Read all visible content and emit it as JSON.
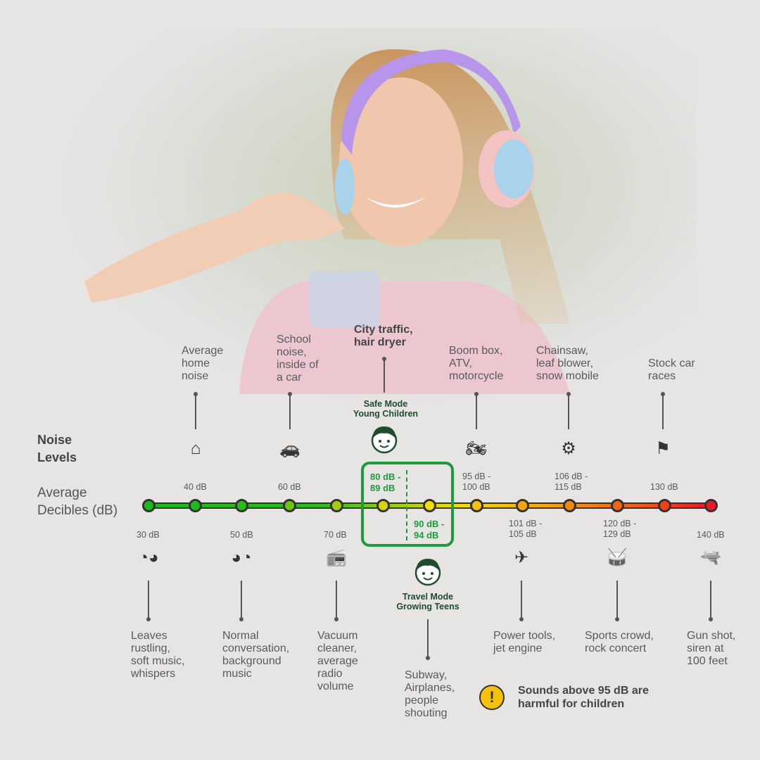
{
  "title": {
    "noise_levels": "Noise\nLevels",
    "average_decibels": "Average\nDecibles (dB)"
  },
  "above": [
    {
      "caption": "Average\nhome\nnoise",
      "icon": "house-icon",
      "db": "40 dB"
    },
    {
      "caption": "School\nnoise,\ninside of\na car",
      "icon": "car-icon",
      "db": "60 dB"
    },
    {
      "caption": "City traffic,\nhair dryer",
      "icon": "child-face-icon",
      "db": "80 dB -\n89 dB"
    },
    {
      "caption": "Boom box,\nATV,\nmotorcycle",
      "icon": "atv-icon",
      "db": "95 dB -\n100 dB"
    },
    {
      "caption": "Chainsaw,\nleaf blower,\nsnow mobile",
      "icon": "chainsaw-icon",
      "db": "106 dB -\n115 dB"
    },
    {
      "caption": "Stock car\nraces",
      "icon": "checkered-flag-icon",
      "db": "130 dB"
    }
  ],
  "below": [
    {
      "caption": "Leaves\nrustling,\nsoft music,\nwhispers",
      "icon": "whisper-icon",
      "db": "30 dB"
    },
    {
      "caption": "Normal\nconversation,\nbackground\nmusic",
      "icon": "conversation-icon",
      "db": "50 dB"
    },
    {
      "caption": "Vacuum\ncleaner,\naverage\nradio\nvolume",
      "icon": "radio-icon",
      "db": "70 dB"
    },
    {
      "caption": "Subway,\nAirplanes,\npeople\nshouting",
      "icon": "teen-face-icon",
      "db": "90 dB -\n94 dB"
    },
    {
      "caption": "Power tools,\njet engine",
      "icon": "drone-icon",
      "db": "101 dB -\n105 dB"
    },
    {
      "caption": "Sports crowd,\nrock concert",
      "icon": "drums-icon",
      "db": "120 dB -\n129 dB"
    },
    {
      "caption": "Gun shot,\nsiren at\n100 feet",
      "icon": "gun-icon",
      "db": "140 dB"
    }
  ],
  "modes": {
    "safe": "Safe Mode\nYoung Children",
    "travel": "Travel Mode\nGrowing Teens"
  },
  "warning": "Sounds above 95 dB are\nharmful for children",
  "scale_colors": [
    "#1db81a",
    "#1fb91a",
    "#2bbb18",
    "#6ec415",
    "#a6cc12",
    "#d4d60d",
    "#f3dc08",
    "#f6c20a",
    "#f5a60d",
    "#f2880f",
    "#f06414",
    "#ee421a",
    "#ea1a2a"
  ],
  "colors": {
    "accent_green": "#1f9a3c",
    "mode_text": "#1d4d2c"
  }
}
